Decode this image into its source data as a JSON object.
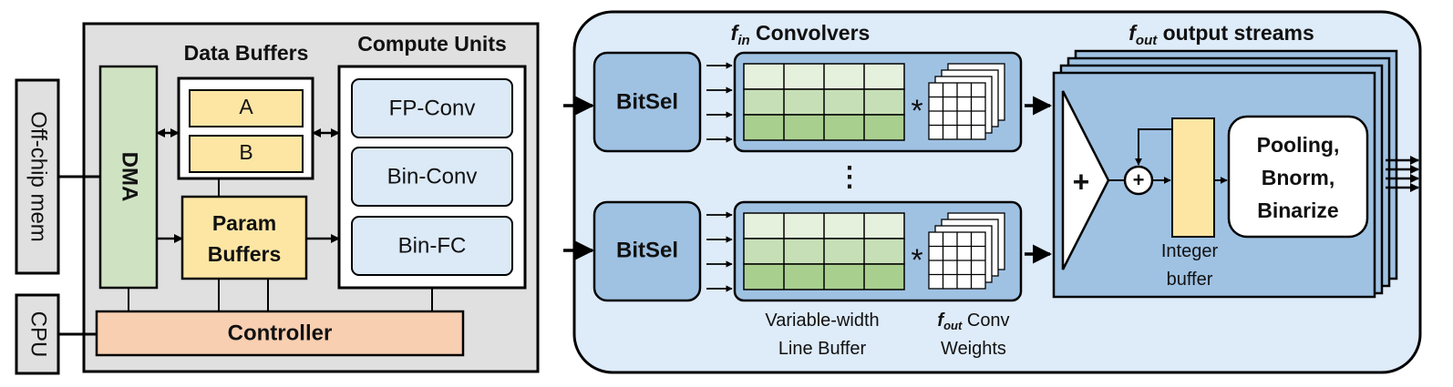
{
  "left": {
    "offchip_label": "Off-chip mem",
    "cpu_label": "CPU",
    "dma_label": "DMA",
    "data_buffers_title": "Data Buffers",
    "buffer_a": "A",
    "buffer_b": "B",
    "param_buffers_line1": "Param",
    "param_buffers_line2": "Buffers",
    "compute_units_title": "Compute Units",
    "compute_units": [
      "FP-Conv",
      "Bin-Conv",
      "Bin-FC"
    ],
    "controller_label": "Controller"
  },
  "right": {
    "convolvers_title_sub": "in",
    "convolvers_title_rest": " Convolvers",
    "output_title_sub": "out",
    "output_title_rest": " output streams",
    "f_letter": "f",
    "bitsel_label": "BitSel",
    "star": "*",
    "vdots": "⋮",
    "line_buffer_line1": "Variable-width",
    "line_buffer_line2": "Line Buffer",
    "weights_sub": "out",
    "weights_rest": " Conv",
    "weights_line2": "Weights",
    "plus": "+",
    "adder_symbol": "+",
    "integer_buffer_line1": "Integer",
    "integer_buffer_line2": "buffer",
    "pooling_lines": [
      "Pooling,",
      "Bnorm,",
      "Binarize"
    ]
  },
  "colors": {
    "gray_box": "#e0e0e0",
    "green": "#cfe3c3",
    "yellow": "#fde6a4",
    "light_blue": "#dce9f7",
    "salmon": "#f8cfb1",
    "outer_right": "#deebf8",
    "block_blue": "#9fc2e3"
  }
}
